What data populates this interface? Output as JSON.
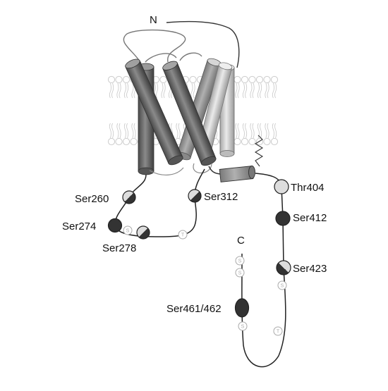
{
  "terminals": {
    "n": "N",
    "c": "C"
  },
  "sites": [
    {
      "label": "Ser260",
      "style": "half"
    },
    {
      "label": "Ser274",
      "style": "dark"
    },
    {
      "label": "Ser278",
      "style": "half"
    },
    {
      "label": "Ser312",
      "style": "half"
    },
    {
      "label": "Thr404",
      "style": "light"
    },
    {
      "label": "Ser412",
      "style": "dark"
    },
    {
      "label": "Ser423",
      "style": "half"
    },
    {
      "label": "Ser461/462",
      "style": "dark"
    }
  ],
  "residue_letters": {
    "serine": "S",
    "threonine": "T"
  },
  "colors": {
    "line": "#222222",
    "helix_dark": "#6a6a6a",
    "helix_light": "#cfcfcf",
    "membrane": "#cccccc",
    "site_dark": "#333333",
    "site_light": "#dddddd"
  }
}
